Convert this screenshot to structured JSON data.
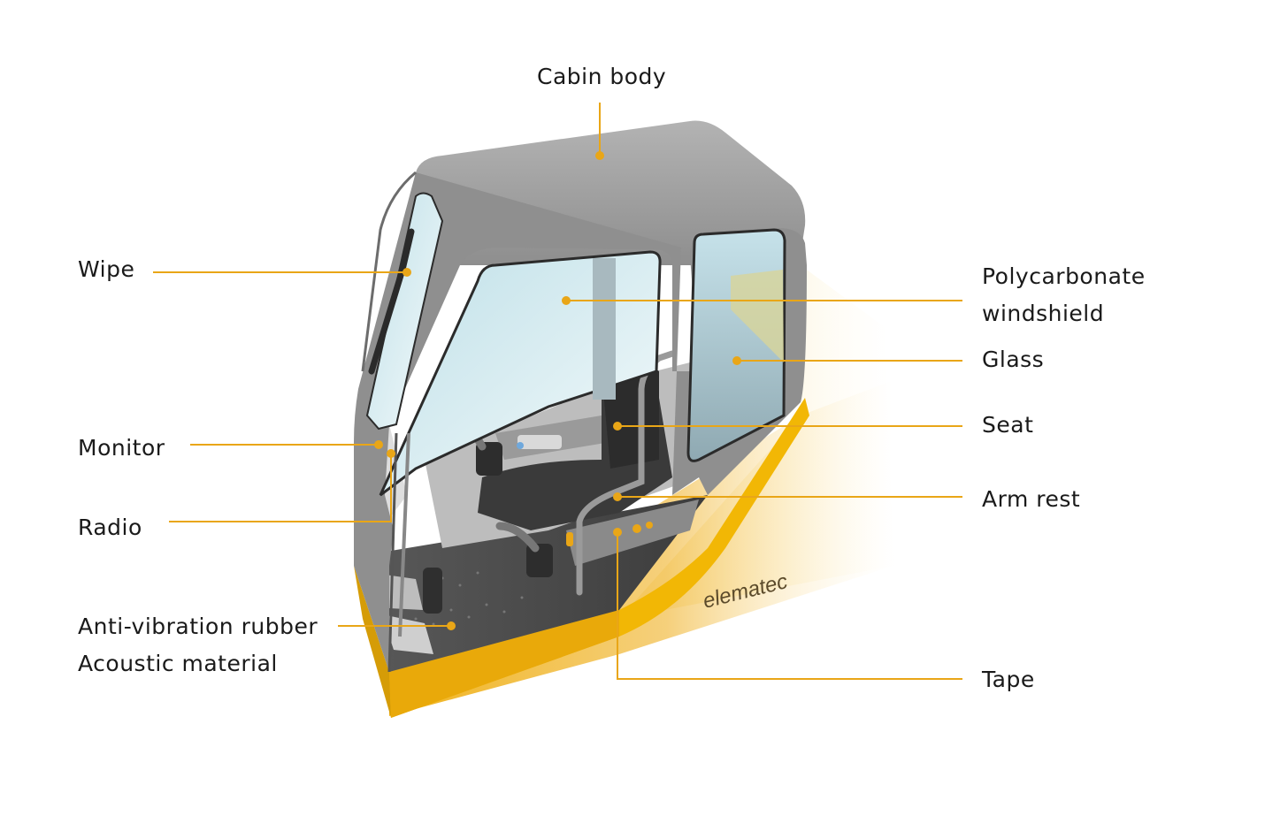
{
  "diagram": {
    "subject": "Construction machine operator cabin",
    "brand_watermark": "elematec",
    "accent_color": "#e9a617",
    "body_color": "#9e9e9e",
    "tape_color": "#f2b705",
    "glass_color": "#cfe6ec"
  },
  "callouts": [
    {
      "id": "cabin-body",
      "lines": [
        "Cabin body"
      ]
    },
    {
      "id": "wipe",
      "lines": [
        "Wipe"
      ]
    },
    {
      "id": "polycarbonate-windshield",
      "lines": [
        "Polycarbonate",
        "windshield"
      ]
    },
    {
      "id": "glass",
      "lines": [
        "Glass"
      ]
    },
    {
      "id": "monitor",
      "lines": [
        "Monitor"
      ]
    },
    {
      "id": "seat",
      "lines": [
        "Seat"
      ]
    },
    {
      "id": "radio",
      "lines": [
        "Radio"
      ]
    },
    {
      "id": "arm-rest",
      "lines": [
        "Arm rest"
      ]
    },
    {
      "id": "anti-vibration",
      "lines": [
        "Anti-vibration rubber",
        "Acoustic material"
      ]
    },
    {
      "id": "tape",
      "lines": [
        "Tape"
      ]
    }
  ]
}
